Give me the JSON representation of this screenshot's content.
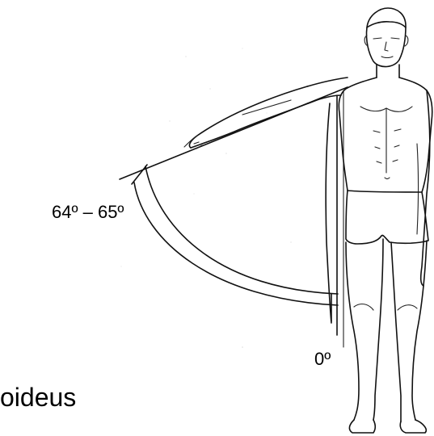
{
  "figure": {
    "angle_label": "64º – 65º",
    "zero_label": "0º",
    "caption_fragment": "oideus"
  },
  "measurement": {
    "start_angle_deg": 0,
    "end_angle_deg_min": 64,
    "end_angle_deg_max": 65
  },
  "colors": {
    "ink": "#111111",
    "background": "#ffffff"
  }
}
